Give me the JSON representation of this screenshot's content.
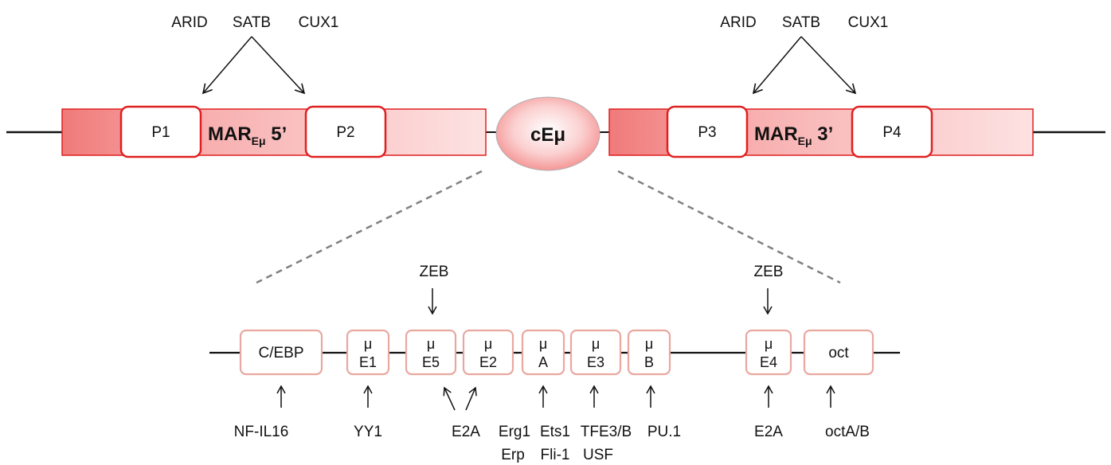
{
  "top_factors": {
    "left": [
      "ARID",
      "SATB",
      "CUX1"
    ],
    "right": [
      "ARID",
      "SATB",
      "CUX1"
    ]
  },
  "mar_left": {
    "label_main": "MAR",
    "label_sub": "Eμ",
    "label_suffix": " 5’",
    "p_left": "P1",
    "p_right": "P2"
  },
  "mar_right": {
    "label_main": "MAR",
    "label_sub": "Eμ",
    "label_suffix": " 3’",
    "p_left": "P3",
    "p_right": "P4"
  },
  "enhancer": {
    "label": "cEμ"
  },
  "sites": [
    {
      "line1": "C/EBP",
      "line2": ""
    },
    {
      "line1": "μ",
      "line2": "E1"
    },
    {
      "line1": "μ",
      "line2": "E5"
    },
    {
      "line1": "μ",
      "line2": "E2"
    },
    {
      "line1": "μ",
      "line2": "A"
    },
    {
      "line1": "μ",
      "line2": "E3"
    },
    {
      "line1": "μ",
      "line2": "B"
    },
    {
      "line1": "μ",
      "line2": "E4"
    },
    {
      "line1": "oct",
      "line2": ""
    }
  ],
  "repressors": [
    "ZEB",
    "ZEB"
  ],
  "binding_factors": {
    "nfil16": "NF-IL16",
    "yy1": "YY1",
    "e2a_1": "E2A",
    "erg1": "Erg1",
    "erp": "Erp",
    "ets1": "Ets1",
    "fli1": "Fli-1",
    "tfe3b": "TFE3/B",
    "usf": "USF",
    "pu1": "PU.1",
    "e2a_2": "E2A",
    "octab": "octA/B"
  },
  "colors": {
    "mar_dark": "#f07a7a",
    "mar_light": "#fde2e2",
    "border_red": "#e02020",
    "site_border": "#e8a8a0",
    "ellipse_center": "#ffffff",
    "ellipse_edge": "#f48a8a"
  }
}
